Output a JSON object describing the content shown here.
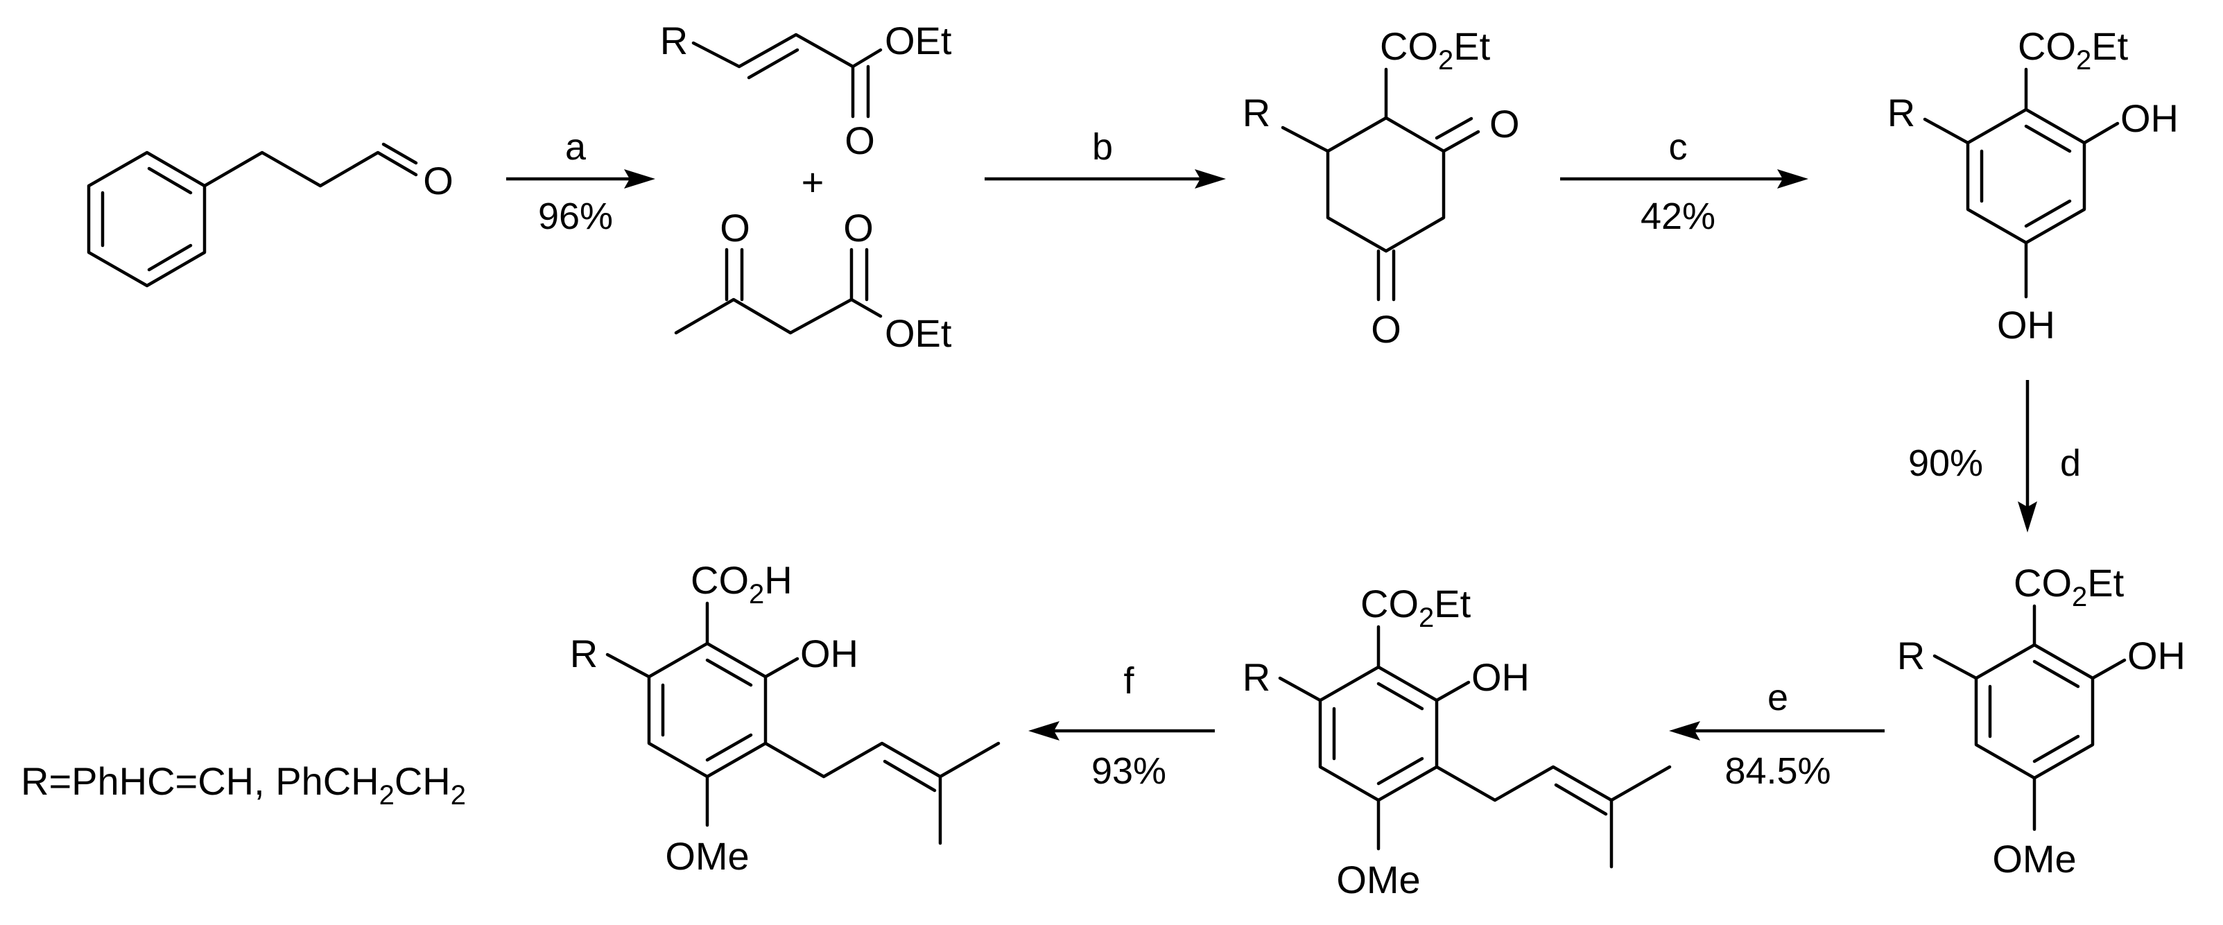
{
  "scheme": {
    "atoms": {
      "O": "O",
      "R": "R",
      "OEt": "OEt",
      "OH": "OH",
      "OMe": "OMe",
      "CO": "CO",
      "sub2": "2",
      "Et": "Et",
      "H": "H"
    },
    "plus": "+",
    "steps": {
      "a": {
        "label": "a",
        "yield": "96%"
      },
      "b": {
        "label": "b"
      },
      "c": {
        "label": "c",
        "yield": "42%"
      },
      "d": {
        "label": "d",
        "yield": "90%"
      },
      "e": {
        "label": "e",
        "yield": "84.5%"
      },
      "f": {
        "label": "f",
        "yield": "93%"
      }
    },
    "r_def": {
      "prefix": "R=PhHC=CH, PhCH",
      "sub1": "2",
      "mid": "CH",
      "sub2": "2"
    }
  }
}
